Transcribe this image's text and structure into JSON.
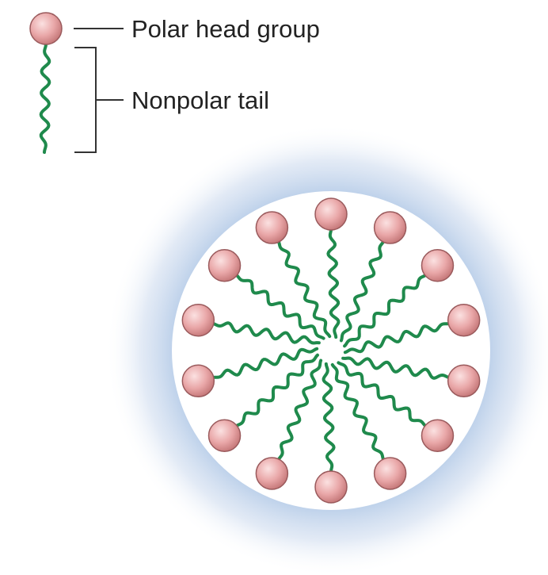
{
  "legend": {
    "head_label": "Polar head group",
    "tail_label": "Nonpolar tail"
  },
  "micelle": {
    "molecule_count": 14,
    "structure": "lipid molecules arranged radially with polar heads outward and nonpolar tails inward"
  },
  "colors": {
    "head_light": "#fbe1e1",
    "head_mid": "#e9a7a8",
    "head_dark": "#c27475",
    "head_outline": "#9a5a5c",
    "tail": "#1f8a4c",
    "halo_blue": "#a9c2e2",
    "micelle_core": "#ffffff",
    "line": "#333333",
    "text": "#222222"
  }
}
